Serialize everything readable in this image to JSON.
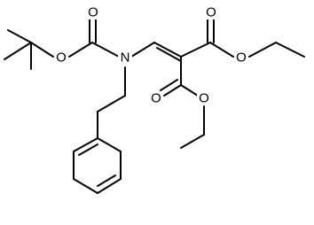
{
  "structure": {
    "atom_labels": {
      "o_ether_boc": "O",
      "o_carbonyl_boc": "O",
      "n_amine": "N",
      "o_carbonyl_top_ester": "O",
      "o_ether_top_ester": "O",
      "o_carbonyl_bottom_ester": "O",
      "o_ether_bottom_ester": "O"
    }
  }
}
